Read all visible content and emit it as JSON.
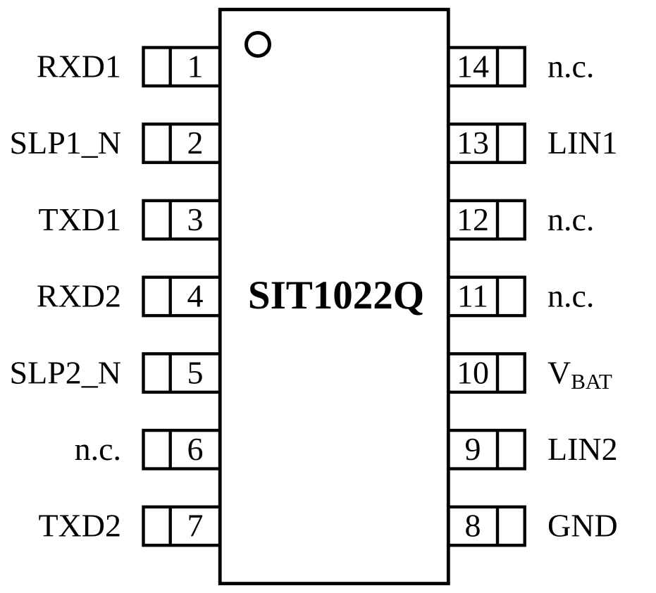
{
  "title": "SIT1022Q",
  "pins": {
    "left": [
      {
        "number": "1",
        "label": "RXD1"
      },
      {
        "number": "2",
        "label": "SLP1_N"
      },
      {
        "number": "3",
        "label": "TXD1"
      },
      {
        "number": "4",
        "label": "RXD2"
      },
      {
        "number": "5",
        "label": "SLP2_N"
      },
      {
        "number": "6",
        "label": "n.c."
      },
      {
        "number": "7",
        "label": "TXD2"
      }
    ],
    "right": [
      {
        "number": "14",
        "label": "n.c."
      },
      {
        "number": "13",
        "label": "LIN1"
      },
      {
        "number": "12",
        "label": "n.c."
      },
      {
        "number": "11",
        "label": "n.c."
      },
      {
        "number": "10",
        "label": "V",
        "label_sub": "BAT"
      },
      {
        "number": "9",
        "label": "LIN2"
      },
      {
        "number": "8",
        "label": "GND"
      }
    ]
  },
  "colors": {
    "line": "#000000",
    "text": "#000000",
    "background": "#ffffff"
  }
}
